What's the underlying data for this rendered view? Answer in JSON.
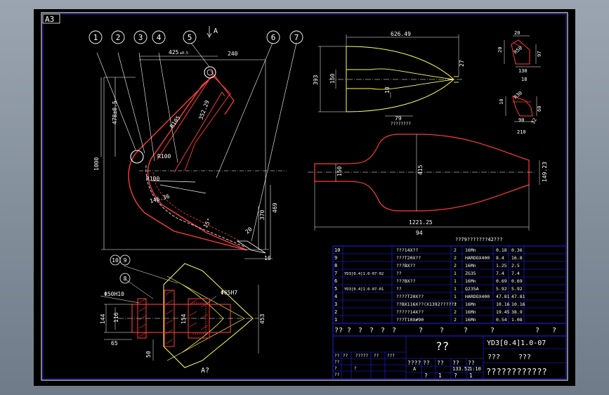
{
  "sheet": {
    "format": "A3"
  },
  "balloons": [
    "1",
    "2",
    "3",
    "4",
    "5",
    "6",
    "7"
  ],
  "section_arrow": "A",
  "view_label": "A?",
  "dims_side": {
    "d425": "425",
    "d425_tol": "±0.5",
    "d240": "240",
    "d478": "478±0.5",
    "d1000": "1000",
    "r105": "R105",
    "r100a": "R100",
    "r100b": "R100",
    "d352": "352.29",
    "d146": "146.36",
    "d370": "370",
    "d469": "469",
    "d10": "10",
    "a20": "20",
    "a15": "15°"
  },
  "dims_top": {
    "d626": "626.49",
    "d393": "393",
    "d150": "150",
    "d27": "27",
    "d10": "10",
    "d79": "79",
    "note": "????????"
  },
  "dims_plate": {
    "d1221": "1221.25",
    "d150": "150",
    "d415": "415",
    "d149": "149.23",
    "d94": "94"
  },
  "dims_sec1": {
    "d20": "20",
    "d20b": "20",
    "d97": "97",
    "r50": "R50",
    "d130": "130",
    "d18": "18"
  },
  "dims_sec2": {
    "d10": "10",
    "r30": "R30",
    "d60": "60",
    "d90": "90",
    "d32": "32",
    "d210": "210"
  },
  "dims_bottom": {
    "phi50": "Φ50H10",
    "phi65": "Φ65H7",
    "d144": "144",
    "d116": "116",
    "d65": "65",
    "d50": "50",
    "d453": "453",
    "d154": "154",
    "balloon_10": "10",
    "balloon_9": "9",
    "balloon_8": "8"
  },
  "bom_title": "??79???????42???",
  "bom": [
    {
      "no": "10",
      "code": "",
      "name": "???14X??",
      "qty": "2",
      "mat": "16Mn",
      "w1": "0.18",
      "w2": "0.36"
    },
    {
      "no": "9",
      "code": "",
      "name": "???T20X??",
      "qty": "2",
      "mat": "HARDOX400",
      "w1": "8.4",
      "w2": "16.8"
    },
    {
      "no": "8",
      "code": "",
      "name": "???BX??",
      "qty": "2",
      "mat": "16Mn",
      "w1": "1.25",
      "w2": "2.5"
    },
    {
      "no": "7",
      "code": "YD3[0.4]1.0-07-02",
      "name": "??",
      "qty": "1",
      "mat": "ZG35",
      "w1": "7.4",
      "w2": "7.4"
    },
    {
      "no": "6",
      "code": "",
      "name": "???BX??",
      "qty": "1",
      "mat": "16Mn",
      "w1": "0.69",
      "w2": "0.69"
    },
    {
      "no": "5",
      "code": "YD3[0.4]1.0-07-01",
      "name": "??",
      "qty": "1",
      "mat": "Q235A",
      "w1": "5.92",
      "w2": "5.92"
    },
    {
      "no": "4",
      "code": "",
      "name": "????T20X??",
      "qty": "1",
      "mat": "HARDOX400",
      "w1": "47.81",
      "w2": "47.81"
    },
    {
      "no": "3",
      "code": "",
      "name": "??BX116X??(X1392??????",
      "qty": "1",
      "mat": "16Mn",
      "w1": "10.16",
      "w2": "10.16"
    },
    {
      "no": "2",
      "code": "",
      "name": "?????14X??",
      "qty": "2",
      "mat": "16Mn",
      "w1": "19.45",
      "w2": "38.9"
    },
    {
      "no": "1",
      "code": "",
      "name": "???T10X#90",
      "qty": "2",
      "mat": "16Mn",
      "w1": "0.54",
      "w2": "1.08"
    }
  ],
  "bom_header": [
    "??",
    "?",
    "?",
    "?",
    "?",
    "?",
    "?",
    "?",
    "?",
    "?",
    "?",
    "?"
  ],
  "title_block": {
    "part_name": "??",
    "drawing_no": "YD3[0.4]1.0-07",
    "label_a": "???",
    "label_b": "???",
    "company": "????????????",
    "mass": "133.52",
    "scale": "1:10",
    "a_mark": "A",
    "row1": [
      "??",
      "??",
      "?????",
      "??",
      "???"
    ],
    "row2": [
      "????",
      "??",
      "??",
      "??",
      "??"
    ],
    "row3": [
      "??",
      "?",
      "??",
      "?"
    ],
    "row4": [
      "?",
      "1",
      "?",
      "1"
    ]
  }
}
